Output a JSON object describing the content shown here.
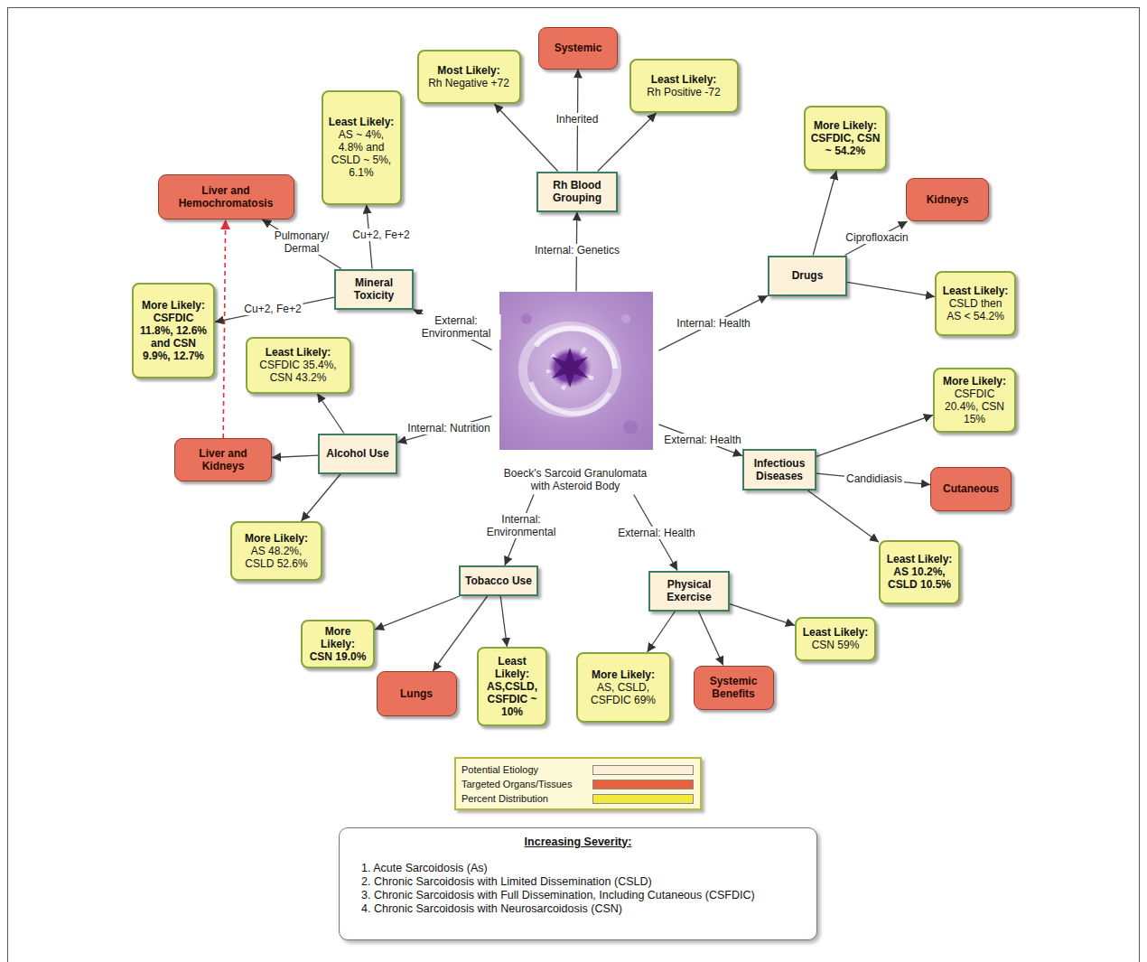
{
  "diagram": {
    "nodes": [
      {
        "text": [
          "Boeck's Sarcoid Granulomata with Asteroid Body"
        ]
      },
      {
        "text": [
          "Rh Blood Grouping"
        ]
      },
      {
        "text": [
          "Systemic"
        ]
      },
      {
        "text": [
          "Most Likely:",
          "Rh Negative +72"
        ]
      },
      {
        "text": [
          "Least Likely:",
          "Rh Positive -72"
        ]
      },
      {
        "text": [
          "Drugs"
        ]
      },
      {
        "text": [
          "More Likely:",
          "CSFDIC, CSN ~ 54.2%"
        ]
      },
      {
        "text": [
          "Kidneys"
        ]
      },
      {
        "text": [
          "Least Likely:",
          "CSLD then AS < 54.2%"
        ]
      },
      {
        "text": [
          "Infectious Diseases"
        ]
      },
      {
        "text": [
          "More Likely:",
          "CSFDIC 20.4%, CSN 15%"
        ]
      },
      {
        "text": [
          "Cutaneous"
        ]
      },
      {
        "text": [
          "Least Likely:",
          "AS 10.2%, CSLD 10.5%"
        ]
      },
      {
        "text": [
          "Physical Exercise"
        ]
      },
      {
        "text": [
          "More Likely:",
          "AS, CSLD, CSFDIC 69%"
        ]
      },
      {
        "text": [
          "Systemic Benefits"
        ]
      },
      {
        "text": [
          "Least Likely:",
          "CSN 59%"
        ]
      },
      {
        "text": [
          "Tobacco Use"
        ]
      },
      {
        "text": [
          "More Likely:",
          "CSN 19.0%"
        ]
      },
      {
        "text": [
          "Lungs"
        ]
      },
      {
        "text": [
          "Least Likely:",
          "AS,CSLD, CSFDIC ~ 10%"
        ]
      },
      {
        "text": [
          "Alcohol Use"
        ]
      },
      {
        "text": [
          "Least Likely:",
          "CSFDIC 35.4%, CSN 43.2%"
        ]
      },
      {
        "text": [
          "Liver and Kidneys"
        ]
      },
      {
        "text": [
          "More Likely:",
          "AS 48.2%, CSLD 52.6%"
        ]
      },
      {
        "text": [
          "Mineral Toxicity"
        ]
      },
      {
        "text": [
          "Least Likely:",
          "AS ~ 4%, 4.8% and CSLD ~ 5%, 6.1%"
        ]
      },
      {
        "text": [
          "Liver and Hemochromatosis"
        ]
      },
      {
        "text": [
          "More Likely:",
          "CSFDIC 11.8%, 12.6% and CSN 9.9%, 12.7%"
        ]
      },
      {
        "text": [
          "Increasing Severity:",
          "1. Acute Sarcoidosis (As)",
          "2. Chronic Sarcoidosis with Limited Dissemination (CSLD)",
          "3. Chronic Sarcoidosis with Full Dissemination, Including Cutaneous (CSFDIC)",
          "4. Chronic Sarcoidosis with Neurosarcoidosis (CSN)"
        ]
      }
    ],
    "edges": [
      {
        "from": 0,
        "to": 1,
        "label": "Internal: Genetics",
        "arrow": "to"
      },
      {
        "from": 1,
        "to": 2,
        "label": "Inherited",
        "arrow": "to"
      },
      {
        "from": 1,
        "to": 3,
        "arrow": "to"
      },
      {
        "from": 1,
        "to": 4,
        "arrow": "to"
      },
      {
        "from": 0,
        "to": 5,
        "label": "Internal: Health",
        "arrow": "to"
      },
      {
        "from": 5,
        "to": 6,
        "arrow": "to"
      },
      {
        "from": 5,
        "to": 7,
        "label": "Ciprofloxacin",
        "arrow": "to"
      },
      {
        "from": 5,
        "to": 8,
        "arrow": "to"
      },
      {
        "from": 0,
        "to": 9,
        "label": "External: Health",
        "arrow": "to"
      },
      {
        "from": 9,
        "to": 10,
        "arrow": "to"
      },
      {
        "from": 9,
        "to": 11,
        "label": "Candidiasis",
        "arrow": "to"
      },
      {
        "from": 9,
        "to": 12,
        "arrow": "to"
      },
      {
        "from": 0,
        "to": 13,
        "label": "External: Health",
        "arrow": "to"
      },
      {
        "from": 13,
        "to": 14,
        "arrow": "to"
      },
      {
        "from": 13,
        "to": 15,
        "arrow": "to"
      },
      {
        "from": 13,
        "to": 16,
        "arrow": "to"
      },
      {
        "from": 0,
        "to": 17,
        "label": "Internal: Environmental",
        "arrow": "to"
      },
      {
        "from": 17,
        "to": 18,
        "arrow": "to"
      },
      {
        "from": 17,
        "to": 19,
        "arrow": "to"
      },
      {
        "from": 17,
        "to": 20,
        "arrow": "to"
      },
      {
        "from": 0,
        "to": 21,
        "label": "Internal: Nutrition",
        "arrow": "to"
      },
      {
        "from": 21,
        "to": 22,
        "arrow": "to"
      },
      {
        "from": 21,
        "to": 23,
        "arrow": "to"
      },
      {
        "from": 21,
        "to": 24,
        "arrow": "to"
      },
      {
        "from": 0,
        "to": 25,
        "label": "External: Environmental",
        "arrow": "to"
      },
      {
        "from": 25,
        "to": 26,
        "label": "Cu+2, Fe+2",
        "arrow": "to"
      },
      {
        "from": 25,
        "to": 27,
        "label": "Pulmonary/ Dermal",
        "arrow": "to"
      },
      {
        "from": 25,
        "to": 28,
        "label": "Cu+2, Fe+2",
        "arrow": "to"
      },
      {
        "from": 23,
        "to": 27,
        "arrow": "to"
      }
    ],
    "legend": [
      {
        "text": "Potential Etiology",
        "color": "#fbefd9"
      },
      {
        "text": "Targeted Organs/Tissues",
        "color": "#e8623e"
      },
      {
        "text": "Percent Distribution",
        "color": "#f4ea3c"
      }
    ]
  }
}
